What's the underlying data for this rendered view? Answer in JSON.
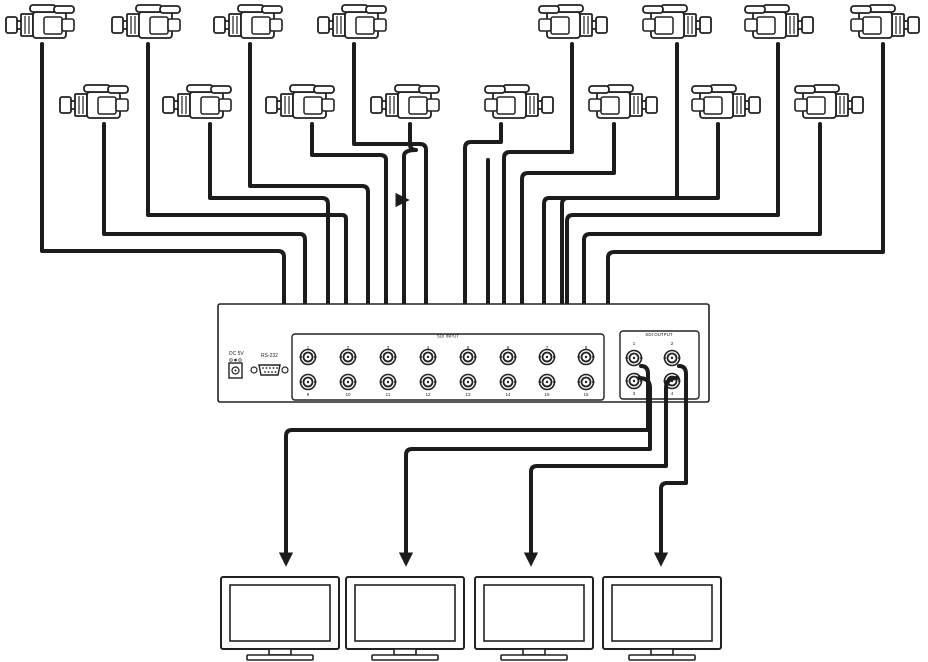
{
  "diagram": {
    "device": {
      "power_label": "DC 5V",
      "rs232_label": "RS-232",
      "input_group_label": "SDI INPUT",
      "output_group_label": "SDI OUTPUT",
      "input_port_numbers_top": [
        "1",
        "2",
        "3",
        "4",
        "5",
        "6",
        "7",
        "8"
      ],
      "input_port_numbers_bottom": [
        "9",
        "10",
        "11",
        "12",
        "13",
        "14",
        "15",
        "16"
      ],
      "output_port_numbers_top": [
        "1",
        "2"
      ],
      "output_port_numbers_bottom": [
        "3",
        "4"
      ]
    },
    "camera_count": 16,
    "monitor_count": 4,
    "icons": {
      "camera": "video-camera-icon",
      "monitor": "monitor-icon",
      "bnc": "bnc-connector-icon",
      "serial": "db9-serial-port-icon",
      "power": "dc-power-jack-icon"
    },
    "colors": {
      "cable": "#1c1c1c",
      "outline": "#222222",
      "background": "#ffffff"
    }
  }
}
